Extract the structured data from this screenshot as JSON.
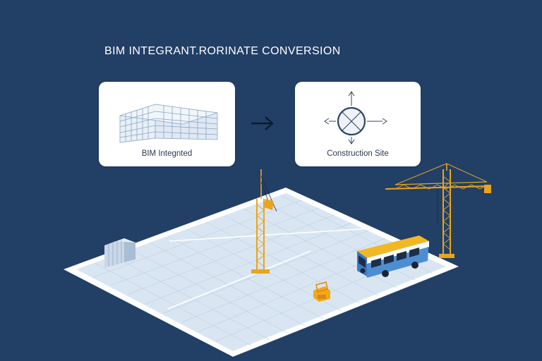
{
  "title": "BIM INTEGRANT.RORINATE CONVERSION",
  "cards": {
    "bim": {
      "label": "BIM Integnted",
      "icon": "building-wireframe-icon"
    },
    "site": {
      "label": "Construction Site",
      "icon": "compass-icon"
    }
  },
  "arrow_icon": "arrow-right-icon",
  "colors": {
    "background": "#223f66",
    "card": "#ffffff",
    "crane": "#e8a51d",
    "bus_roof": "#f2b823",
    "bus_body": "#3f7fc4",
    "ground": "#d9e6f2"
  }
}
